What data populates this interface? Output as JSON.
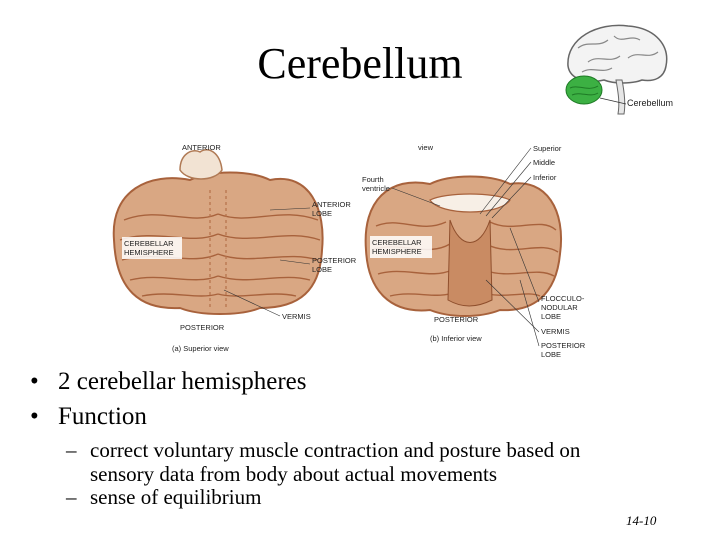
{
  "slide": {
    "title": "Cerebellum",
    "slide_number": "14-10"
  },
  "inset": {
    "label": "Cerebellum"
  },
  "figure": {
    "superior_labels": {
      "anterior": "ANTERIOR",
      "anterior_lobe_1": "ANTERIOR",
      "anterior_lobe_2": "LOBE",
      "hemisphere_1": "CEREBELLAR",
      "hemisphere_2": "HEMISPHERE",
      "posterior_lobe_1": "POSTERIOR",
      "posterior_lobe_2": "LOBE",
      "vermis": "VERMIS",
      "posterior": "POSTERIOR",
      "caption": "(a) Superior view"
    },
    "inferior_labels": {
      "view": "view",
      "fourth_ventricle_1": "Fourth",
      "fourth_ventricle_2": "ventricle",
      "superior": "Superior",
      "middle": "Middle",
      "inferior": "Inferior",
      "hemisphere_1": "CEREBELLAR",
      "hemisphere_2": "HEMISPHERE",
      "flocculo_1": "FLOCCULO-",
      "flocculo_2": "NODULAR",
      "flocculo_3": "LOBE",
      "vermis": "VERMIS",
      "posterior_lobe_1": "POSTERIOR",
      "posterior_lobe_2": "LOBE",
      "posterior": "POSTERIOR",
      "caption": "(b) Inferior view"
    }
  },
  "bullets": [
    "2 cerebellar hemispheres",
    "Function"
  ],
  "subbullets": [
    {
      "line1": "correct voluntary muscle contraction and posture based on",
      "line2": "sensory data from body about actual movements"
    },
    {
      "line1": "sense of equilibrium",
      "line2": ""
    }
  ],
  "colors": {
    "tissue": "#d9a783",
    "tissue_dark": "#a8623c",
    "inset_highlight": "#3cb043"
  }
}
